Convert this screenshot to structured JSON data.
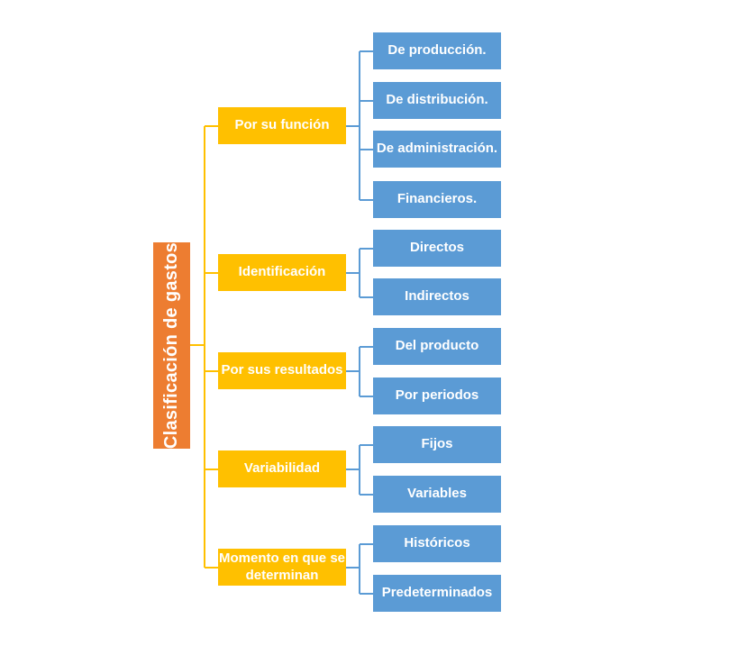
{
  "diagram": {
    "root": {
      "label": "Clasificación de gastos"
    },
    "categories": [
      {
        "label": "Por su función",
        "items": [
          "De producción.",
          "De distribución.",
          "De administración.",
          "Financieros."
        ]
      },
      {
        "label": "Identificación",
        "items": [
          "Directos",
          "Indirectos"
        ]
      },
      {
        "label": "Por sus resultados",
        "items": [
          "Del producto",
          "Por periodos"
        ]
      },
      {
        "label": "Variabilidad",
        "items": [
          "Fijos",
          "Variables"
        ]
      },
      {
        "label": "Momento en que se determinan",
        "items": [
          "Históricos",
          "Predeterminados"
        ]
      }
    ]
  },
  "colors": {
    "root": "#ED7D31",
    "category": "#FFC000",
    "leaf": "#5B9BD5",
    "root_connector": "#FFC000",
    "leaf_connector": "#5B9BD5"
  }
}
